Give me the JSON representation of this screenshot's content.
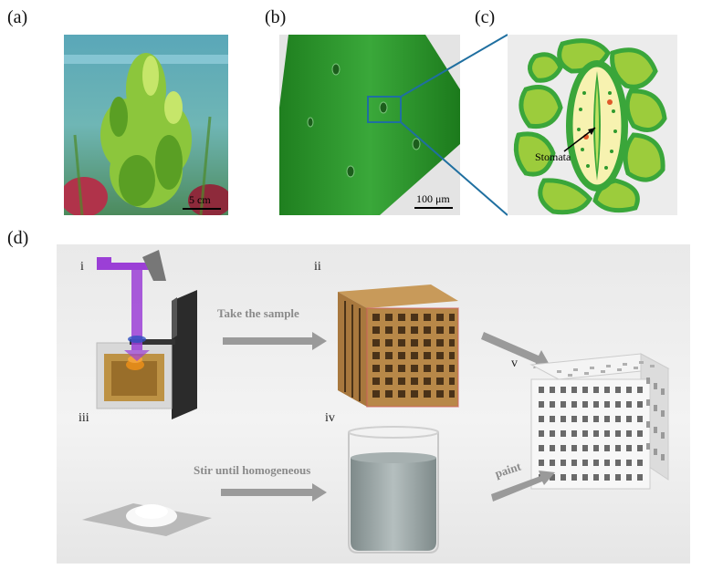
{
  "panels": {
    "a": {
      "label": "(a)",
      "scale": "5 cm"
    },
    "b": {
      "label": "(b)",
      "scale": "100 μm"
    },
    "c": {
      "label": "(c)",
      "annotation": "Stomata"
    },
    "d": {
      "label": "(d)"
    }
  },
  "process": {
    "step_i": "i",
    "step_ii": "ii",
    "step_iii": "iii",
    "step_iv": "iv",
    "step_v": "v",
    "arrow_1": "Take the sample",
    "arrow_2": "Stir until  homogeneous",
    "arrow_3": "paint"
  },
  "colors": {
    "leaf_green": "#2f9a2e",
    "cell_green": "#9ccc3c",
    "cell_border": "#3aa63a",
    "connector_blue": "#1f6fa0",
    "arrow_gray": "#9a9a9a",
    "laser_purple": "#9b3fd6"
  }
}
